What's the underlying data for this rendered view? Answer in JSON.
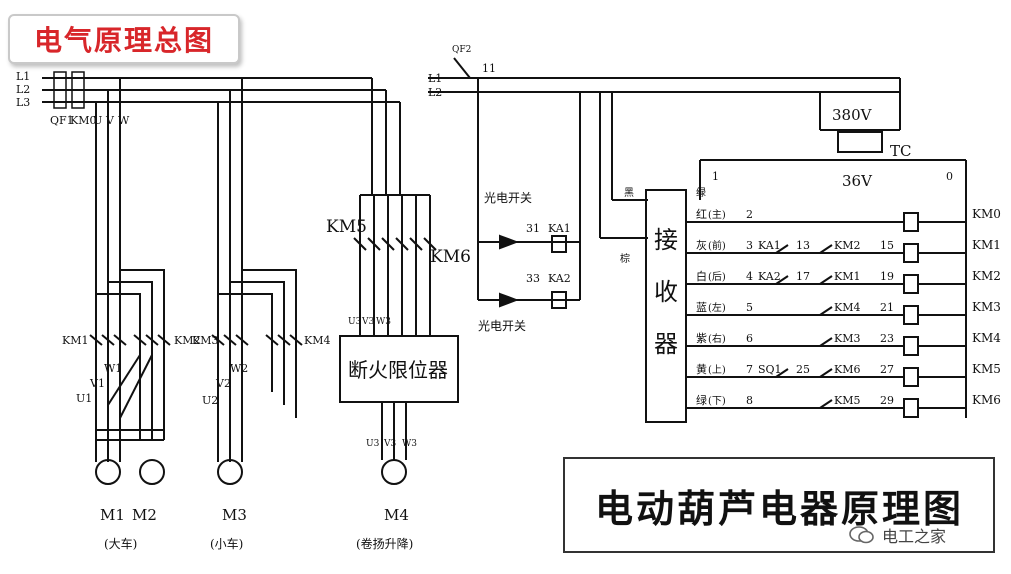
{
  "header": {
    "title": "电气原理总图"
  },
  "footer": {
    "caption": "电动葫芦电器原理图"
  },
  "watermark": {
    "text": "电工之家"
  },
  "power": {
    "lines": [
      "L1",
      "L2",
      "L3"
    ],
    "breaker": "QF1",
    "contactor": "KM0",
    "phases": [
      "U",
      "V",
      "W"
    ]
  },
  "motors": [
    {
      "id": "M1",
      "caption": ""
    },
    {
      "id": "M2",
      "caption": ""
    },
    {
      "id": "M3",
      "caption": "(小车)"
    },
    {
      "id": "M4",
      "caption": "(卷扬升降)"
    }
  ],
  "motor_group_captions": {
    "m12": "(大车)"
  },
  "motor_terminals": {
    "m1": [
      "U1",
      "V1",
      "W1"
    ],
    "m3": [
      "U2",
      "V2",
      "W2"
    ],
    "m4": [
      "U3",
      "V3",
      "W3"
    ]
  },
  "contactor_labels": {
    "km1": "KM1",
    "km2": "KM2",
    "km3": "KM3",
    "km4": "KM4",
    "km5": "KM5",
    "km6": "KM6"
  },
  "limit_block": "断火限位器",
  "control": {
    "breaker": "QF2",
    "node": "11",
    "lines": [
      "L1",
      "L2"
    ],
    "photo_switch": "光电开关",
    "relays": [
      {
        "wire": "31",
        "coil": "KA1"
      },
      {
        "wire": "33",
        "coil": "KA2"
      }
    ],
    "transformer": {
      "primary": "380V",
      "secondary": "36V",
      "name": "TC",
      "node1": "1",
      "node0": "0"
    },
    "receiver": "接收器",
    "wire_labels": {
      "black": "黑",
      "brown": "棕",
      "green": "绿"
    },
    "rows": [
      {
        "color": "红",
        "dir": "(主)",
        "num": "2",
        "ka": "",
        "mid": "",
        "interlock": "",
        "out": "",
        "coil": "KM0"
      },
      {
        "color": "灰",
        "dir": "(前)",
        "num": "3",
        "ka": "KA1",
        "mid": "13",
        "interlock": "KM2",
        "out": "15",
        "coil": "KM1"
      },
      {
        "color": "白",
        "dir": "(后)",
        "num": "4",
        "ka": "KA2",
        "mid": "17",
        "interlock": "KM1",
        "out": "19",
        "coil": "KM2"
      },
      {
        "color": "蓝",
        "dir": "(左)",
        "num": "5",
        "ka": "",
        "mid": "",
        "interlock": "KM4",
        "out": "21",
        "coil": "KM3"
      },
      {
        "color": "紫",
        "dir": "(右)",
        "num": "6",
        "ka": "",
        "mid": "",
        "interlock": "KM3",
        "out": "23",
        "coil": "KM4"
      },
      {
        "color": "黄",
        "dir": "(上)",
        "num": "7",
        "ka": "SQ1",
        "mid": "25",
        "interlock": "KM6",
        "out": "27",
        "coil": "KM5"
      },
      {
        "color": "绿",
        "dir": "(下)",
        "num": "8",
        "ka": "",
        "mid": "",
        "interlock": "KM5",
        "out": "29",
        "coil": "KM6"
      }
    ]
  },
  "colors": {
    "title": "#d8262a",
    "ink": "#111111"
  }
}
